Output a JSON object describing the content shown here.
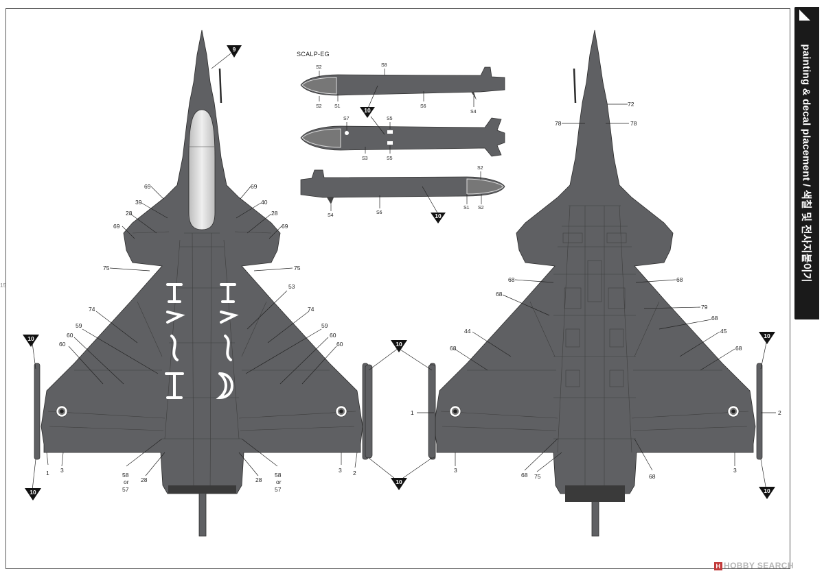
{
  "section_tab": {
    "title": "painting & decal placement / 색칠 및 전사지붙이기"
  },
  "missile": {
    "title": "SCALP-EG",
    "view1": {
      "top_l": "S2",
      "top_r": "S8",
      "bot_l": "S2",
      "bot_m": "S1",
      "bot_c": "S6",
      "bot_r": "S4"
    },
    "view2": {
      "top_l": "S7",
      "top_r": "S5",
      "bot_l": "S3",
      "bot_r": "S5"
    },
    "view3": {
      "top_r": "S2",
      "bot_l": "S4",
      "bot_c": "S6",
      "bot_m": "S1",
      "bot_r": "S2"
    },
    "paint_ref": "10"
  },
  "top_view": {
    "paint_flag_nose": "9",
    "paint_flag_left_top": "10",
    "paint_flag_left_bottom": "10",
    "labels": {
      "n69a": "69",
      "n69b": "69",
      "n69c": "69",
      "n69d": "69",
      "n39": "39",
      "n40": "40",
      "n28a": "28",
      "n28b": "28",
      "n75a": "75",
      "n75b": "75",
      "n53": "53",
      "n74a": "74",
      "n74b": "74",
      "n59a": "59",
      "n59b": "59",
      "n60a": "60",
      "n60b": "60",
      "n60c": "60",
      "n60d": "60",
      "n1": "1",
      "n3a": "3",
      "n3b": "3",
      "n2": "2",
      "n58a": "58",
      "or_a": "or",
      "n57a": "57",
      "n58b": "58",
      "or_b": "or",
      "n57b": "57",
      "n28c": "28",
      "n28d": "28"
    }
  },
  "pylon": {
    "flag_top": "10",
    "flag_bottom": "10"
  },
  "bottom_view": {
    "paint_flag_right_top": "10",
    "paint_flag_right_bottom": "10",
    "labels": {
      "n72": "72",
      "n78a": "78",
      "n78b": "78",
      "n68a": "68",
      "n68b": "68",
      "n68c": "68",
      "n68d": "68",
      "n68e": "68",
      "n68f": "68",
      "n68g": "68",
      "n68h": "68",
      "n79": "79",
      "n44": "44",
      "n45": "45",
      "n1": "1",
      "n2": "2",
      "n3a": "3",
      "n3b": "3",
      "n75": "75"
    }
  },
  "watermark": {
    "logo": "H",
    "text": "HOBBY SEARCH"
  },
  "page_number": "15",
  "colors": {
    "airframe_gray": "#5f6063",
    "panel_lines": "#3e3e3e",
    "canopy": "#d8d8d8",
    "tab_bg": "#1a1a1a",
    "watermark": "#b5b5b5"
  }
}
